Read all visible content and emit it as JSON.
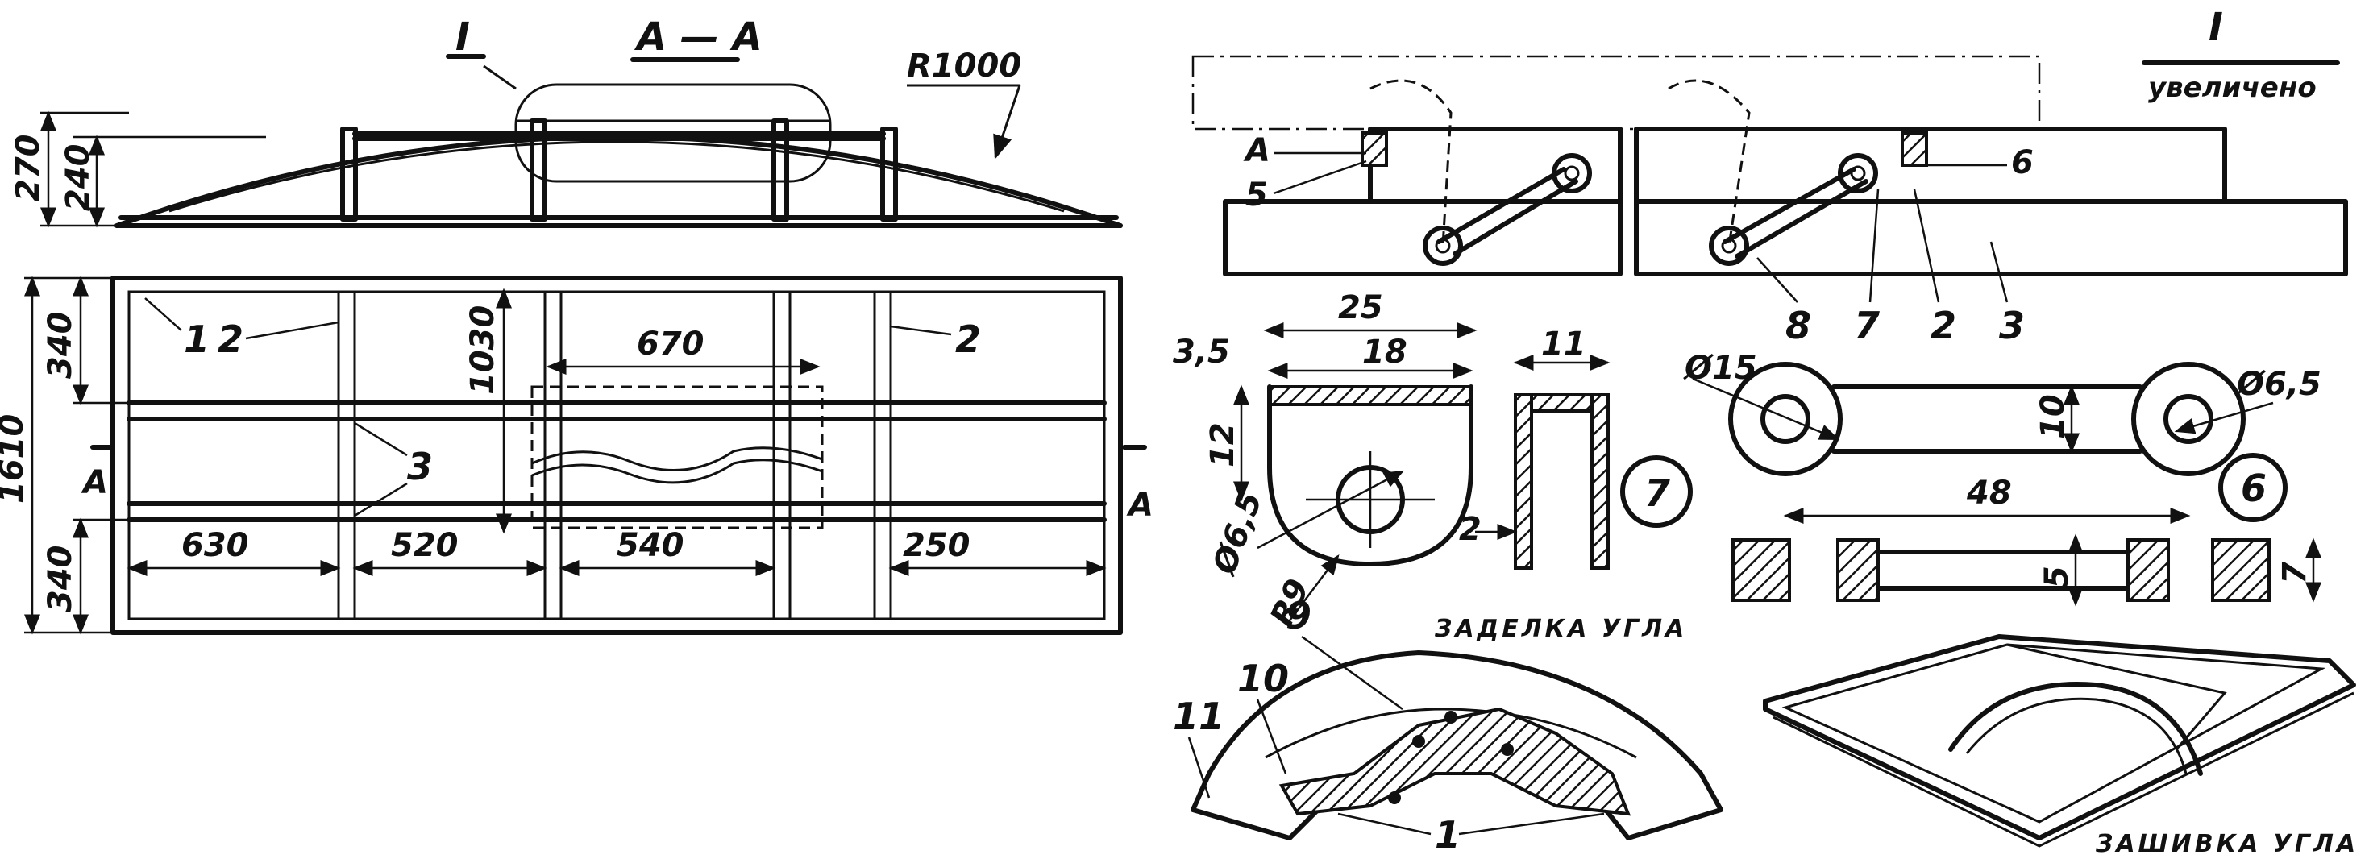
{
  "section": {
    "title": "А — А",
    "callout": "I",
    "radius": "R1000",
    "height_total": "270",
    "height_inner": "240"
  },
  "plan": {
    "dim_total_height": "1610",
    "dim_top": "340",
    "dim_bottom": "340",
    "dim_center": "1030",
    "dim_hatch_width": "670",
    "dim_630": "630",
    "dim_520": "520",
    "dim_540": "540",
    "dim_250": "250",
    "section_mark_left": "А",
    "section_mark_right": "А",
    "part_1": "1",
    "part_2_left": "2",
    "part_2_right": "2",
    "part_3": "3"
  },
  "detail": {
    "title": "I",
    "subtitle": "увеличено",
    "label_A": "А",
    "label_5": "5",
    "label_6": "6",
    "label_8": "8",
    "label_7": "7",
    "label_2": "2",
    "label_3": "3"
  },
  "part7": {
    "number": "7",
    "dim_25": "25",
    "dim_18": "18",
    "dim_3_5": "3,5",
    "dim_12": "12",
    "dim_hole": "Ø6,5",
    "dim_radius": "R9",
    "dim_11": "11",
    "dim_2": "2"
  },
  "part6": {
    "number": "6",
    "dim_15": "Ø15",
    "dim_6_5": "Ø6,5",
    "dim_10": "10",
    "dim_48": "48",
    "dim_5": "5",
    "dim_7": "7"
  },
  "corner": {
    "label_embed": "ЗАДЕЛКА УГЛА",
    "label_sewing": "ЗАШИВКА УГЛА",
    "part_9": "9",
    "part_10": "10",
    "part_11": "11",
    "part_1": "1"
  }
}
